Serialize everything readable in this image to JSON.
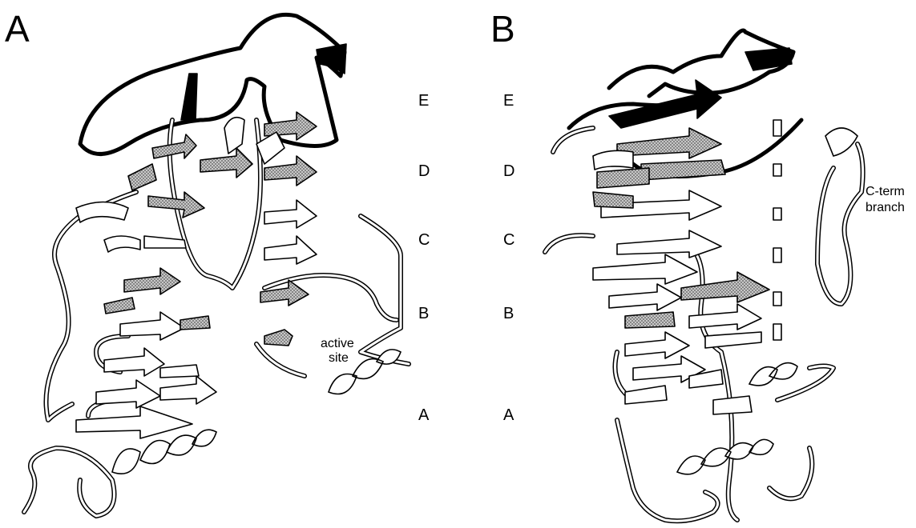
{
  "panels": [
    {
      "letter": "A",
      "layer_labels": [
        "E",
        "D",
        "C",
        "B",
        "A"
      ],
      "annotation": [
        "active",
        "site"
      ]
    },
    {
      "letter": "B",
      "layer_labels": [
        "E",
        "D",
        "C",
        "B",
        "A"
      ],
      "annotation": [
        "C-term",
        "branch"
      ]
    }
  ],
  "colors": {
    "background": "#ffffff",
    "outline": "#000000",
    "strand_light": "#ffffff",
    "strand_stippled": "#9a9a9a",
    "strand_dark": "#000000"
  }
}
